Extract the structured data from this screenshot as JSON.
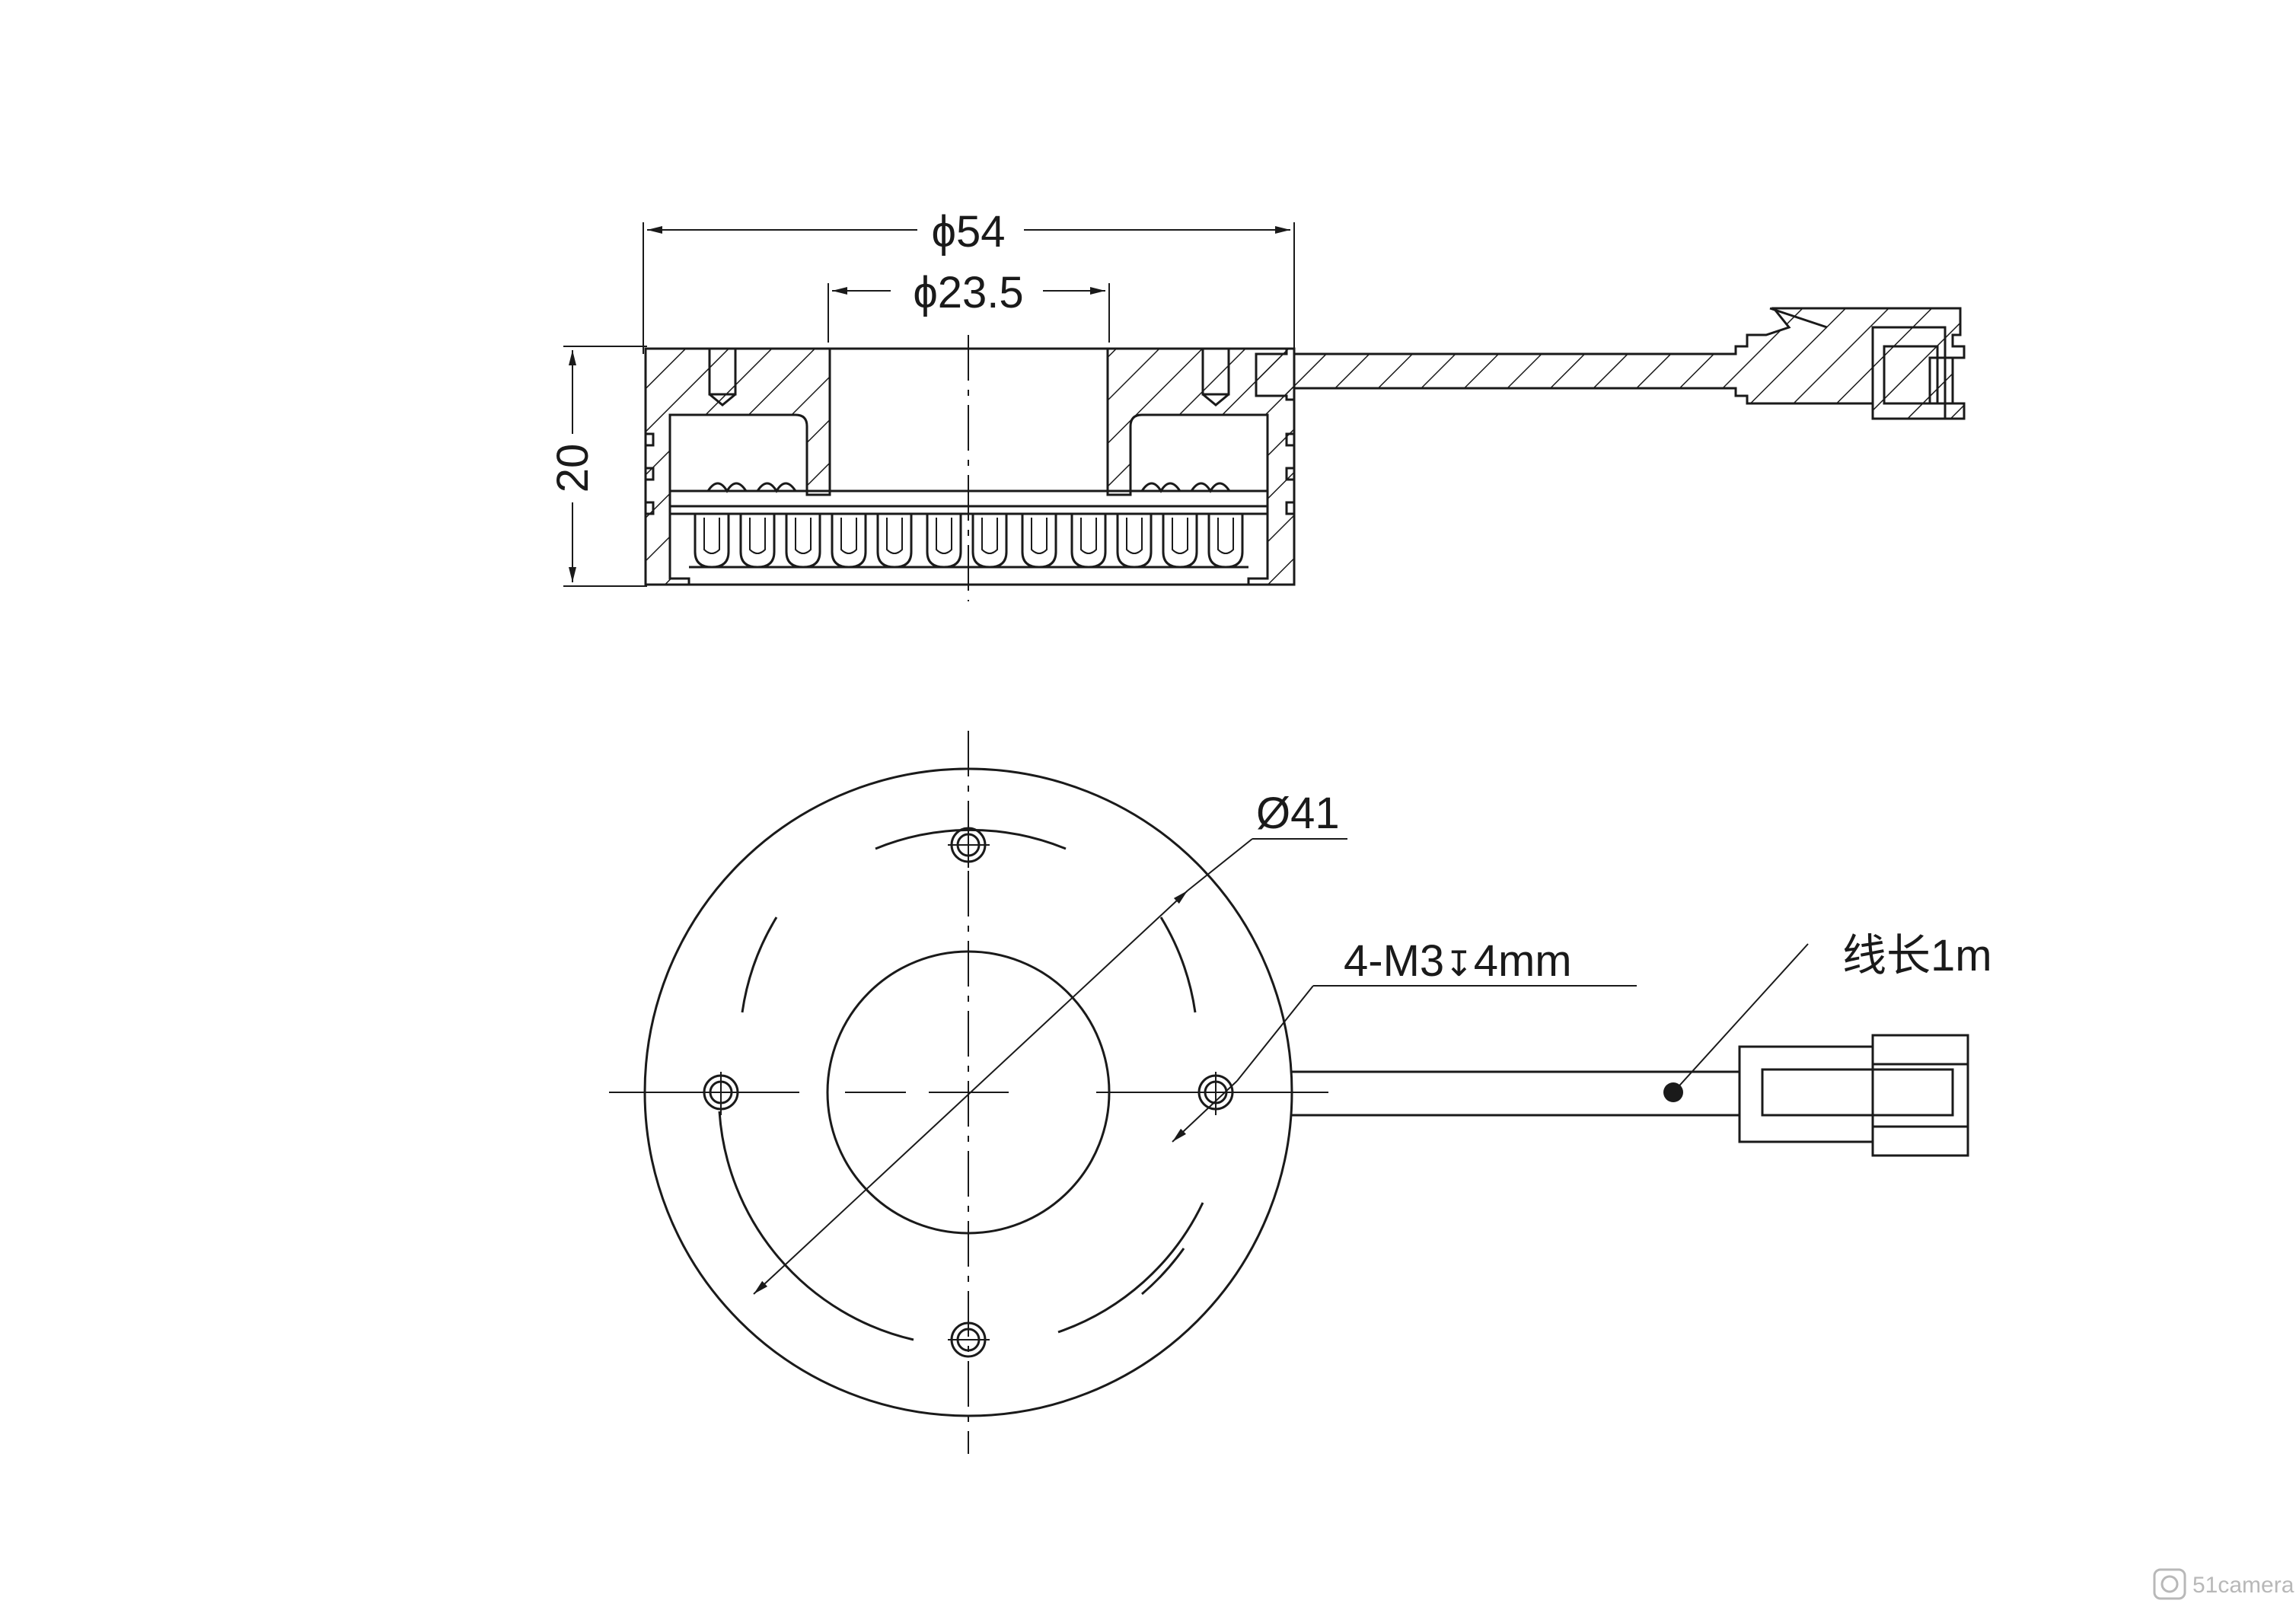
{
  "side_view": {
    "outer_diameter_label": "ϕ54",
    "inner_diameter_label": "ϕ23.5",
    "height_label": "20"
  },
  "front_view": {
    "mount_circle_label": "Ø41",
    "thread_spec_label": "4-M3",
    "thread_depth_symbol": "↧",
    "thread_depth_value": "4mm",
    "cable_length_label": "线长1m"
  },
  "watermark": {
    "brand": "51camera"
  }
}
